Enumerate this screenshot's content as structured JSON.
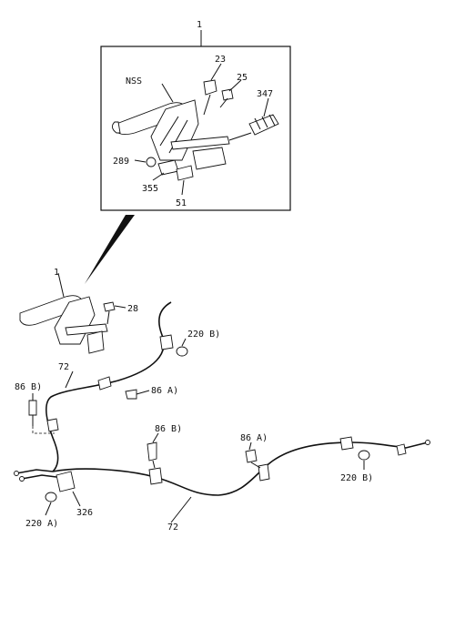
{
  "callouts": {
    "c1_top": "1",
    "nss": "NSS",
    "c23": "23",
    "c25": "25",
    "c347": "347",
    "c289": "289",
    "c355": "355",
    "c51": "51",
    "c1_main": "1",
    "c28": "28",
    "c220_b_upper": "220 B)",
    "c72_upper": "72",
    "c86_b_left": "86 B)",
    "c86_a_mid": "86 A)",
    "c86_b_center": "86 B)",
    "c86_a_right": "86 A)",
    "c220_b_right": "220 B)",
    "c326": "326",
    "c220_a_left": "220 A)",
    "c72_lower": "72"
  }
}
